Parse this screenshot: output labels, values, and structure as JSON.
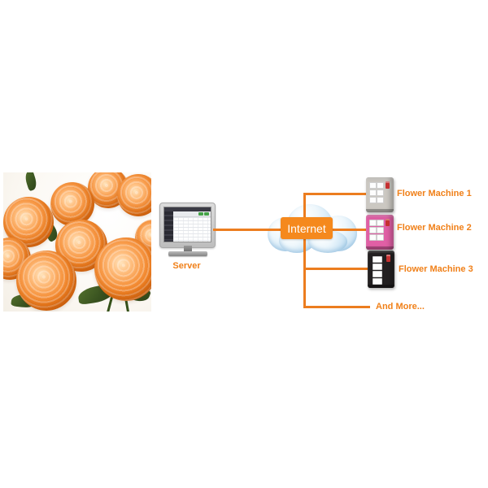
{
  "server": {
    "label": "Server"
  },
  "internet": {
    "label": "Internet",
    "box_color": "#F5891D"
  },
  "connections": {
    "line_color": "#EC7D1F"
  },
  "machines": [
    {
      "label": "Flower Machine 1",
      "body_color": "#CBC8C2"
    },
    {
      "label": "Flower Machine 2",
      "body_color": "#E05FA5"
    },
    {
      "label": "Flower Machine 3",
      "body_color": "#232021"
    }
  ],
  "more_label": "And More...",
  "labels": {
    "color": "#F08019"
  }
}
